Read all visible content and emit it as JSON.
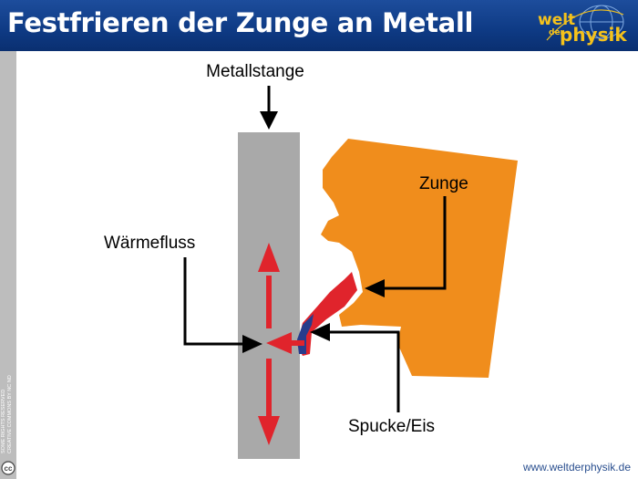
{
  "header": {
    "title": "Festfrieren der Zunge an Metall",
    "logo_top": "welt",
    "logo_middle": "der",
    "logo_bottom": "physik"
  },
  "diagram": {
    "labels": {
      "rod": "Metallstange",
      "tongue": "Zunge",
      "heat_flow": "Wärmefluss",
      "saliva": "Spucke/Eis"
    }
  },
  "sidebar": {
    "rights_line_1": "SOME RIGHTS RESERVED",
    "rights_line_2": "CREATIVE COMMONS BY NC ND"
  },
  "footer": {
    "url": "www.weltderphysik.de"
  },
  "colors": {
    "header_blue": "#0e3a84",
    "rod_gray": "#a9a9a9",
    "tongue_orange": "#f08d1c",
    "ice_red": "#e0242c",
    "saliva_blue": "#283c8c",
    "logo_yellow": "#f5c21b"
  }
}
